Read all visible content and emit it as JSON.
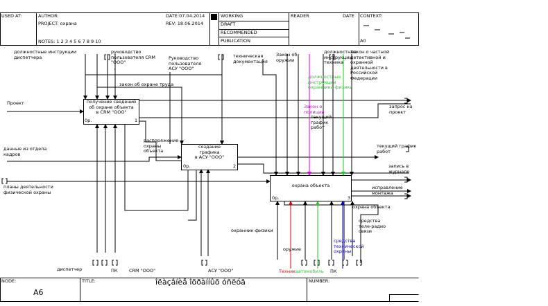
{
  "header": {
    "used_at": "USED AT:",
    "author": "AUTHOR:",
    "project": "PROJECT: охрана",
    "notes": "NOTES: 1 2 3 4 5 6 7 8 9 10",
    "date": "DATE:07.04.2014",
    "rev": "REV: 18.06.2014",
    "status": [
      "WORKING",
      "DRAFT",
      "RECOMMENDED",
      "PUBLICATION"
    ],
    "reader": "READER",
    "reader_date": "DATE",
    "context": "CONTEXT:",
    "context_node": "A0"
  },
  "footer": {
    "node_label": "NODE:",
    "node_value": "A6",
    "title_label": "TITLE:",
    "title_value": "îëàçâíèå îõðàííûõ óñëóã",
    "number_label": "NUMBER:"
  },
  "boxes": [
    {
      "id": "b1",
      "title": "получение сведений\nоб охране объекта\nв CRM \"ООО\"",
      "cost": "0р.",
      "num": "1"
    },
    {
      "id": "b2",
      "title": "создание\nграфика\nв АСУ \"ООО\"",
      "cost": "0р.",
      "num": "2"
    },
    {
      "id": "b3",
      "title": "охрана объекта",
      "cost": "0р.",
      "num": "3"
    }
  ],
  "labels": {
    "l01": "должностные инструкции\nдиспетчера",
    "l02": "руководство\nпользователя CRM\n\"ООО\"",
    "l03": "Руководство\nпользователя\nАСУ \"ООО\"",
    "l04": "техническая\nдокументация",
    "l05": "Закон об\nоружии",
    "l06": "должностные\nинструкции\nтехника",
    "l07": "Закон о частной\nдетективной и\nохранной\nдеятельности в\nРоссийской\nФедерации",
    "l08": "закон об охране труда",
    "l09": "должностные\nинструкции\nохранника-физики",
    "l10": "Закон о\nполиции",
    "l11": "текущий\nграфик\nработ",
    "l12": "Проект",
    "l13": "запрос на\nпроект",
    "l14": "распоряжение\nохраны\nобъекта",
    "l15": "данные из отдела\nкадров",
    "l16": "текущий график\nработ",
    "l17": "запись в\nжурнале",
    "l18": "планы деятельности\nфизической охраны",
    "l19": "исправление\nмонтажа",
    "l20": "охрана объекта",
    "l21": "охранник-физики",
    "l22": "средства\nтеле-радио\nсвязи",
    "l23": "оружие",
    "l24": "средства\nтехнической\nохраны",
    "l25": "диспетчер",
    "l26": "ПК",
    "l27": "CRM \"ООО\"",
    "l28": "АСУ \"ООО\"",
    "l29": "Техник",
    "l30": "автомобиль",
    "l31": "ПК"
  },
  "colors": {
    "magenta": "#e000e0",
    "green": "#22cc22",
    "blue": "#0000d0",
    "red": "#e00000"
  }
}
